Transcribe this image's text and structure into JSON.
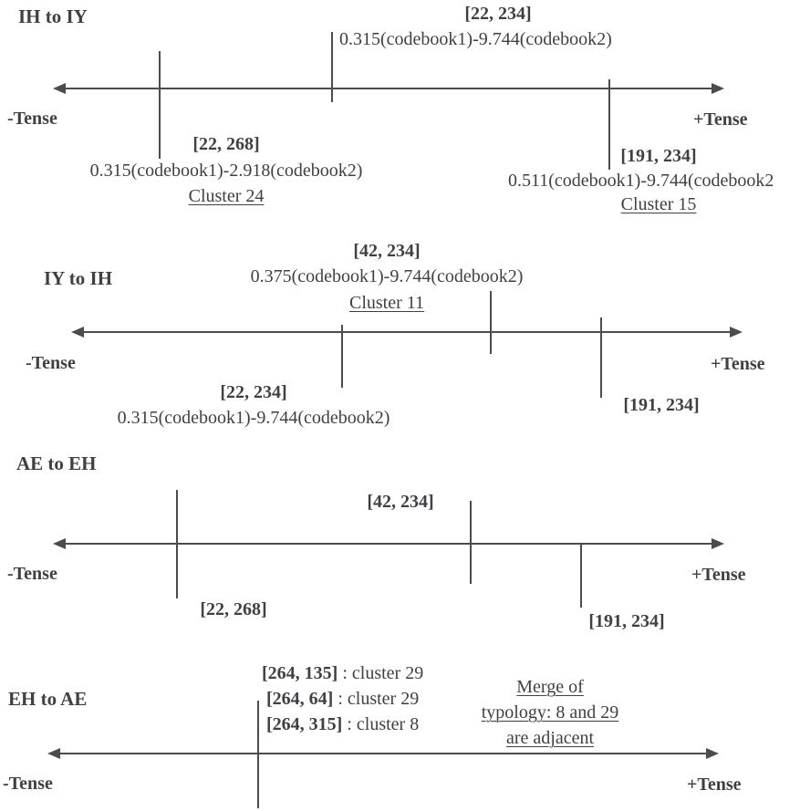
{
  "panels": [
    {
      "title": "IH to IY",
      "neg_label": "-Tense",
      "pos_label": "+Tense",
      "markers": [
        {
          "coord": "[22, 268]",
          "formula": "0.315(codebook1)-2.918(codebook2)",
          "cluster": "Cluster 24"
        },
        {
          "coord": "[22, 234]",
          "formula": "0.315(codebook1)-9.744(codebook2)"
        },
        {
          "coord": "[191, 234]",
          "formula": "0.511(codebook1)-9.744(codebook2",
          "cluster": "Cluster 15"
        }
      ]
    },
    {
      "title": "IY to IH",
      "neg_label": "-Tense",
      "pos_label": "+Tense",
      "markers": [
        {
          "coord": "[22, 234]",
          "formula": "0.315(codebook1)-9.744(codebook2)"
        },
        {
          "coord": "[42, 234]",
          "formula": "0.375(codebook1)-9.744(codebook2)",
          "cluster": "Cluster 11"
        },
        {
          "coord": "[191, 234]"
        }
      ]
    },
    {
      "title": "AE to EH",
      "neg_label": "-Tense",
      "pos_label": "+Tense",
      "markers": [
        {
          "coord": "[22, 268]"
        },
        {
          "coord": "[42, 234]"
        },
        {
          "coord": "[191, 234]"
        }
      ]
    },
    {
      "title": "EH to AE",
      "neg_label": "-Tense",
      "pos_label": "+Tense",
      "cluster_list": [
        {
          "coord": "[264, 135]",
          "text": " : cluster 29"
        },
        {
          "coord": "[264, 64]",
          "text": " : cluster 29"
        },
        {
          "coord": "[264, 315]",
          "text": " : cluster 8"
        }
      ],
      "note": [
        "Merge of",
        "typology: 8 and 29",
        "are adjacent"
      ]
    }
  ]
}
